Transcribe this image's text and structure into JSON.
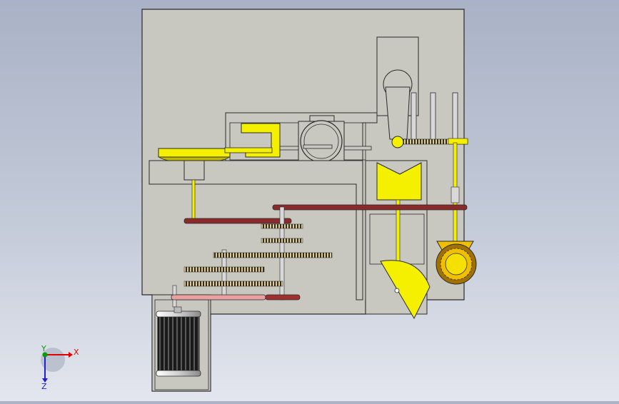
{
  "viewport": {
    "background_top": "#a9b2c6",
    "background_bottom": "#e3e6ee"
  },
  "model": {
    "housing_color": "#c8c8c0",
    "edge_color": "#2a2a2a",
    "yellow_part_color": "#f5f000",
    "dark_red_gear_color": "#8a2a2a",
    "pink_gear_color": "#e8a0a0",
    "gear_tooth_color": "#3a2a1a",
    "motor_color": "#2a2a2a"
  },
  "triad": {
    "x_label": "X",
    "y_label": "Y",
    "z_label": "Z",
    "x_color": "#e00000",
    "y_color": "#00a000",
    "z_color": "#2020d0"
  }
}
